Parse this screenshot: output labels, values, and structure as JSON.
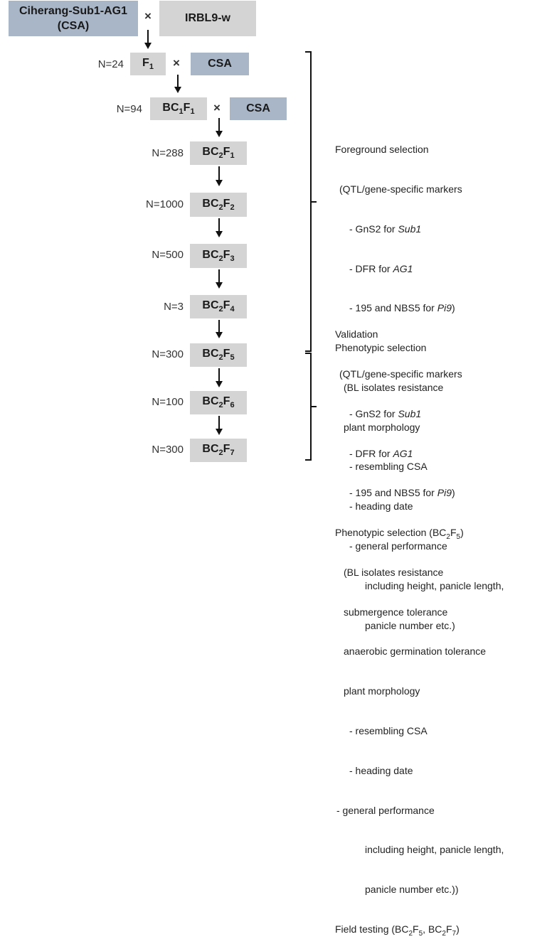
{
  "cross_symbol": "×",
  "parents": {
    "p1_line1": "Ciherang-Sub1-AG1",
    "p1_line2": "(CSA)",
    "p2": "IRBL9-w",
    "recurrent": "CSA"
  },
  "generations": [
    {
      "n": "N=24",
      "gen": "F",
      "sub": "1"
    },
    {
      "n": "N=94",
      "gen": "BC",
      "sub": "1",
      "gen2": "F",
      "sub2": "1"
    },
    {
      "n": "N=288",
      "gen": "BC",
      "sub": "2",
      "gen2": "F",
      "sub2": "1"
    },
    {
      "n": "N=1000",
      "gen": "BC",
      "sub": "2",
      "gen2": "F",
      "sub2": "2"
    },
    {
      "n": "N=500",
      "gen": "BC",
      "sub": "2",
      "gen2": "F",
      "sub2": "3"
    },
    {
      "n": "N=3",
      "gen": "BC",
      "sub": "2",
      "gen2": "F",
      "sub2": "4"
    },
    {
      "n": "N=300",
      "gen": "BC",
      "sub": "2",
      "gen2": "F",
      "sub2": "5"
    },
    {
      "n": "N=100",
      "gen": "BC",
      "sub": "2",
      "gen2": "F",
      "sub2": "6"
    },
    {
      "n": "N=300",
      "gen": "BC",
      "sub": "2",
      "gen2": "F",
      "sub2": "7"
    }
  ],
  "notes_top": {
    "fg_title": "Foreground selection",
    "fg_sub": "(QTL/gene-specific markers",
    "fg_m1_pre": "- GnS2 for ",
    "fg_m1_gene": "Sub1",
    "fg_m2_pre": "- DFR for ",
    "fg_m2_gene": "AG1",
    "fg_m3_pre": "- 195 and NBS5 for ",
    "fg_m3_gene": "Pi9",
    "fg_m3_post": ")",
    "ph_title": "Phenotypic selection",
    "ph_l1": "(BL isolates resistance",
    "ph_l2": "plant morphology",
    "ph_l3": "- resembling CSA",
    "ph_l4": "- heading date",
    "ph_l5": "- general performance",
    "ph_l6": "including height, panicle length,",
    "ph_l7": "panicle number etc.)"
  },
  "notes_bottom": {
    "v_title": "Validation",
    "v_sub": "(QTL/gene-specific markers",
    "v_m1_pre": "- GnS2 for ",
    "v_m1_gene": "Sub1",
    "v_m2_pre": "- DFR for ",
    "v_m2_gene": "AG1",
    "v_m3_pre": "- 195 and NBS5 for ",
    "v_m3_gene": "Pi9",
    "v_m3_post": ")",
    "ph2_title": "Phenotypic selection (BC",
    "ph2_sub1": "2",
    "ph2_mid": "F",
    "ph2_sub2": "5",
    "ph2_end": ")",
    "ph2_l1": "(BL isolates resistance",
    "ph2_l2": "submergence tolerance",
    "ph2_l3": "anaerobic germination tolerance",
    "ph2_l4": "plant morphology",
    "ph2_l5": "- resembling CSA",
    "ph2_l6": "- heading date",
    "ph2_l7": "- general performance",
    "ph2_l8": "including height, panicle length,",
    "ph2_l9": "panicle number etc.))",
    "ft_pre": "Field testing (BC",
    "ft_s1": "2",
    "ft_f1": "F",
    "ft_s2": "5",
    "ft_sep": ", BC",
    "ft_s3": "2",
    "ft_f2": "F",
    "ft_s4": "7",
    "ft_end": ")"
  }
}
